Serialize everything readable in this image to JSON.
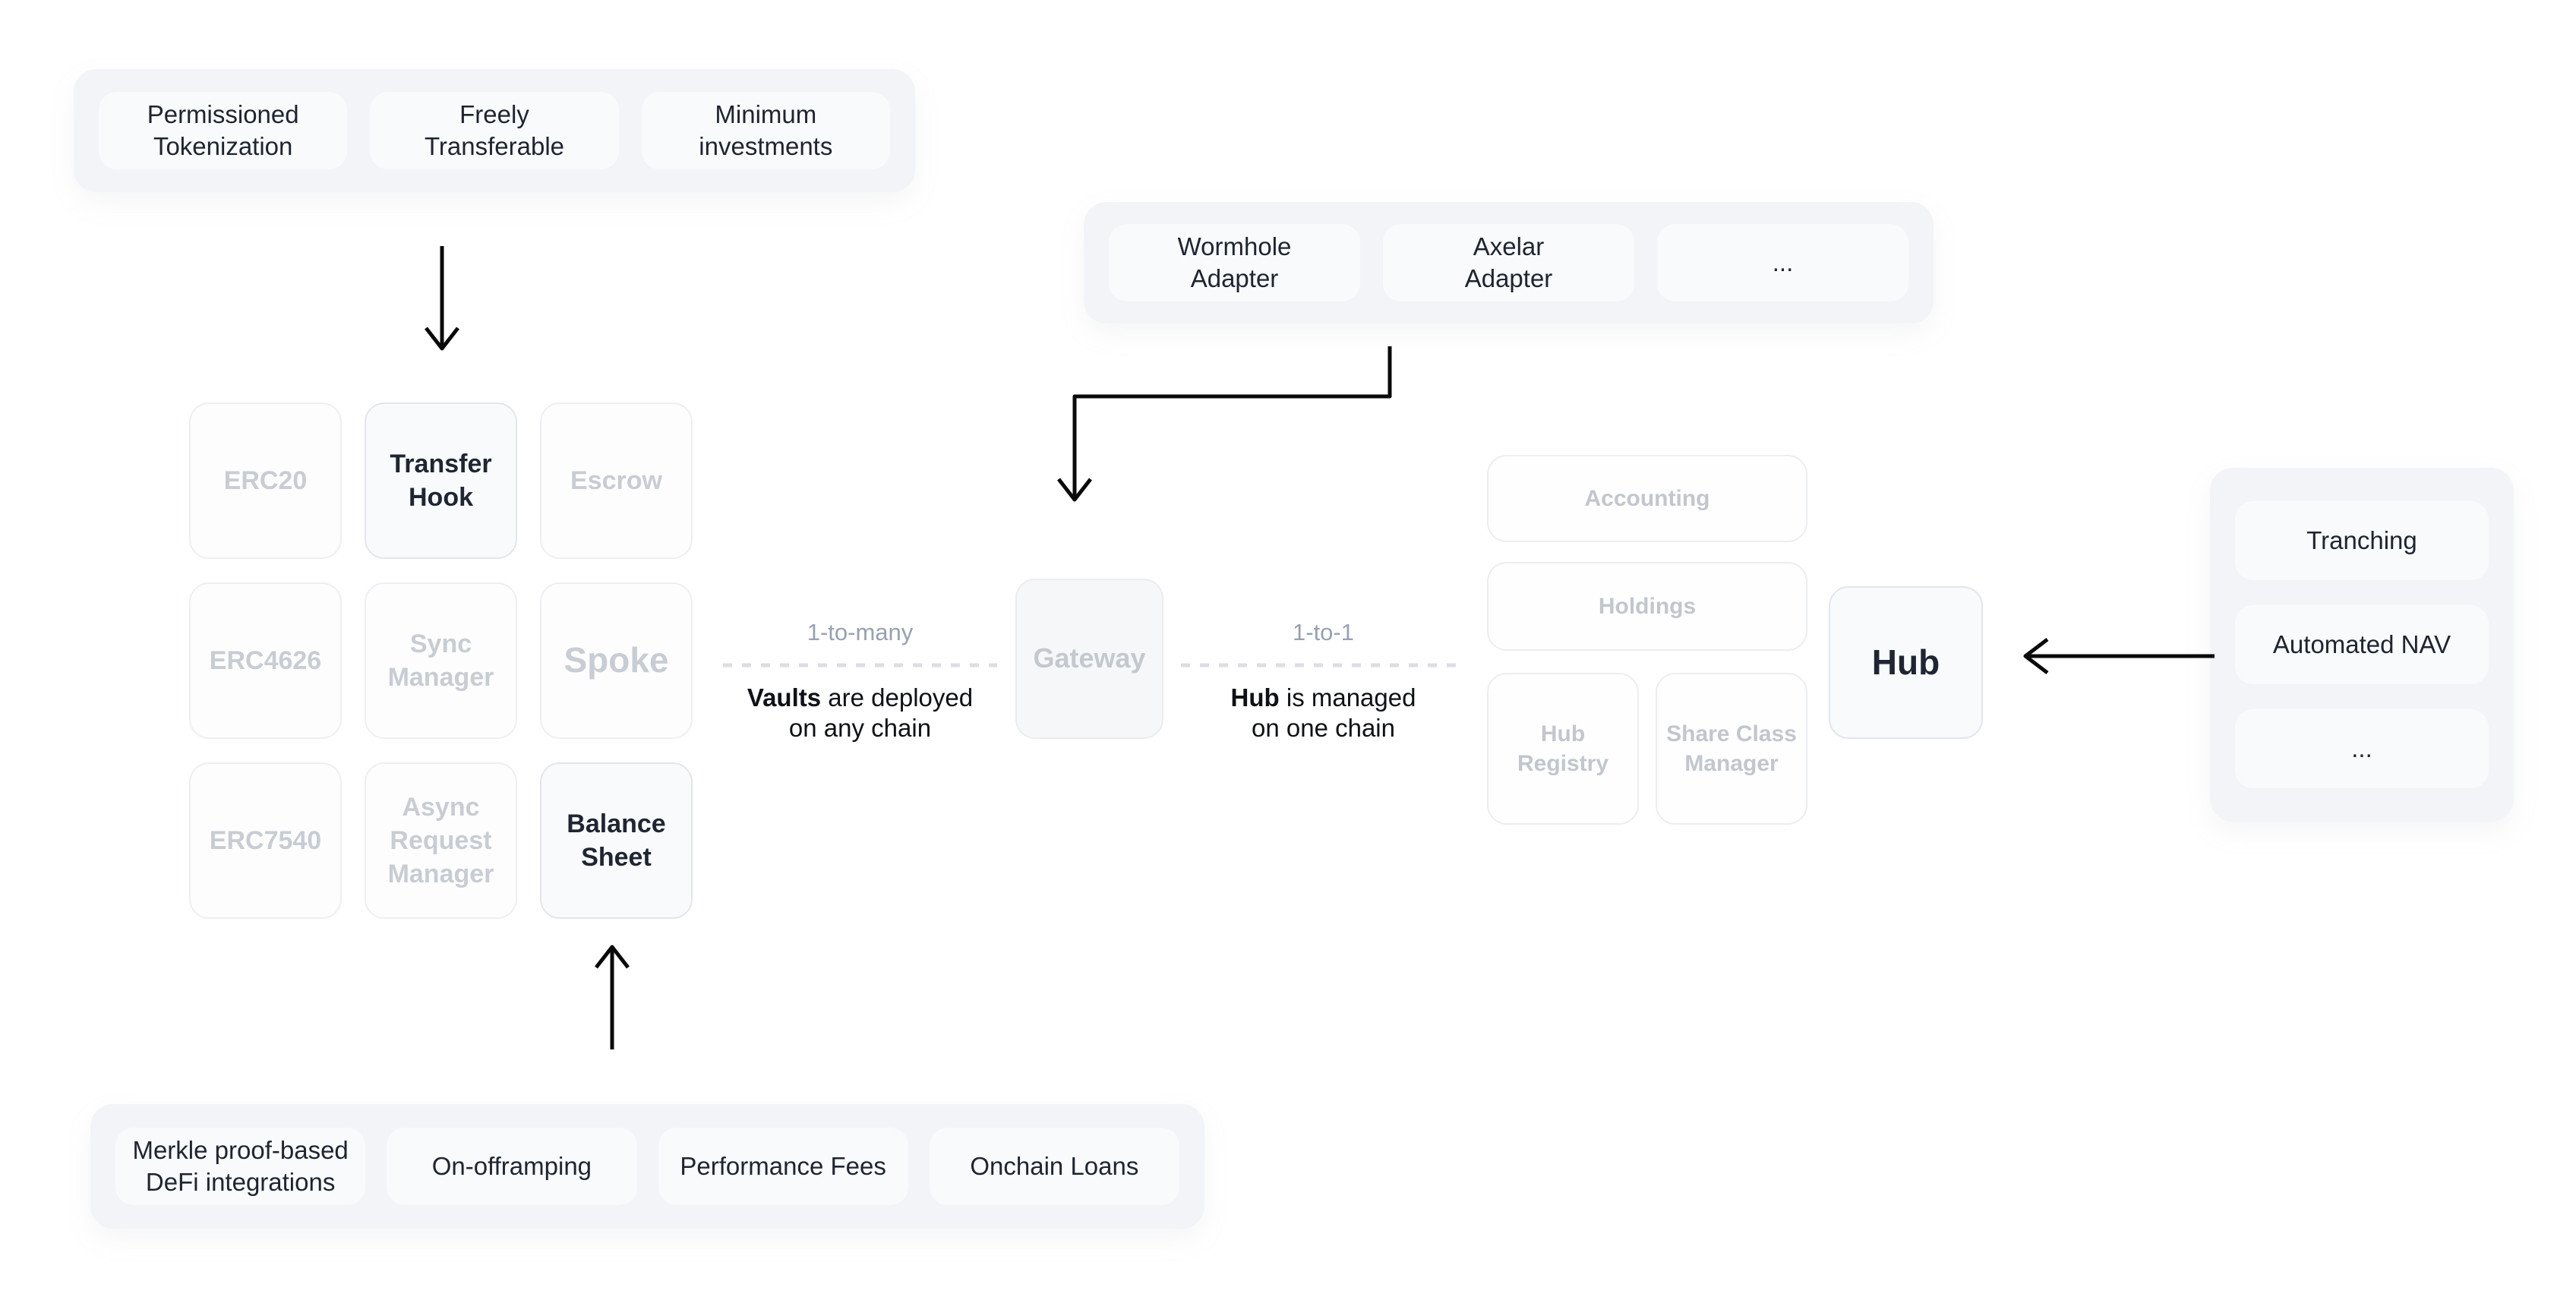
{
  "diagram": {
    "tokenization_features": {
      "items": [
        "Permissioned\nTokenization",
        "Freely\nTransferable",
        "Minimum\ninvestments"
      ]
    },
    "adapters": {
      "items": [
        "Wormhole\nAdapter",
        "Axelar\nAdapter",
        "..."
      ]
    },
    "defi_features": {
      "items": [
        "Merkle proof-based\nDeFi integrations",
        "On-offramping",
        "Performance Fees",
        "Onchain Loans"
      ]
    },
    "hub_features": {
      "items": [
        "Tranching",
        "Automated NAV",
        "..."
      ]
    },
    "vault_cards": {
      "erc20": "ERC20",
      "transfer_hook": "Transfer\nHook",
      "escrow": "Escrow",
      "erc4626": "ERC4626",
      "sync_manager": "Sync\nManager",
      "spoke": "Spoke",
      "erc7540": "ERC7540",
      "async_request_manager": "Async\nRequest\nManager",
      "balance_sheet": "Balance\nSheet"
    },
    "gateway": "Gateway",
    "hub_cards": {
      "accounting": "Accounting",
      "holdings": "Holdings",
      "hub_registry": "Hub\nRegistry",
      "share_class_manager": "Share Class\nManager",
      "hub": "Hub"
    },
    "connections": {
      "left": {
        "relation": "1-to-many",
        "caption_bold": "Vaults",
        "caption_rest": " are deployed",
        "caption_line2": "on any chain"
      },
      "right": {
        "relation": "1-to-1",
        "caption_bold": "Hub",
        "caption_rest": " is managed",
        "caption_line2": "on one chain"
      }
    },
    "colors": {
      "page_bg": "#ffffff",
      "group_bg": "#f2f4f7",
      "chip_bg": "#f9fafc",
      "chip_text": "#1e2430",
      "card_inactive_bg": "#fdfdfe",
      "card_inactive_border": "#edeff3",
      "card_inactive_text": "#c8ccd3",
      "card_active_bg": "#f8fafc",
      "card_active_border": "#e2e6ec",
      "card_active_text": "#1f2532",
      "gateway_bg": "#f6f7f9",
      "relation_label_text": "#98a1b0",
      "dash_line": "#dbdee3",
      "caption_text": "#0e1116",
      "arrow": "#0a0a0b"
    }
  }
}
